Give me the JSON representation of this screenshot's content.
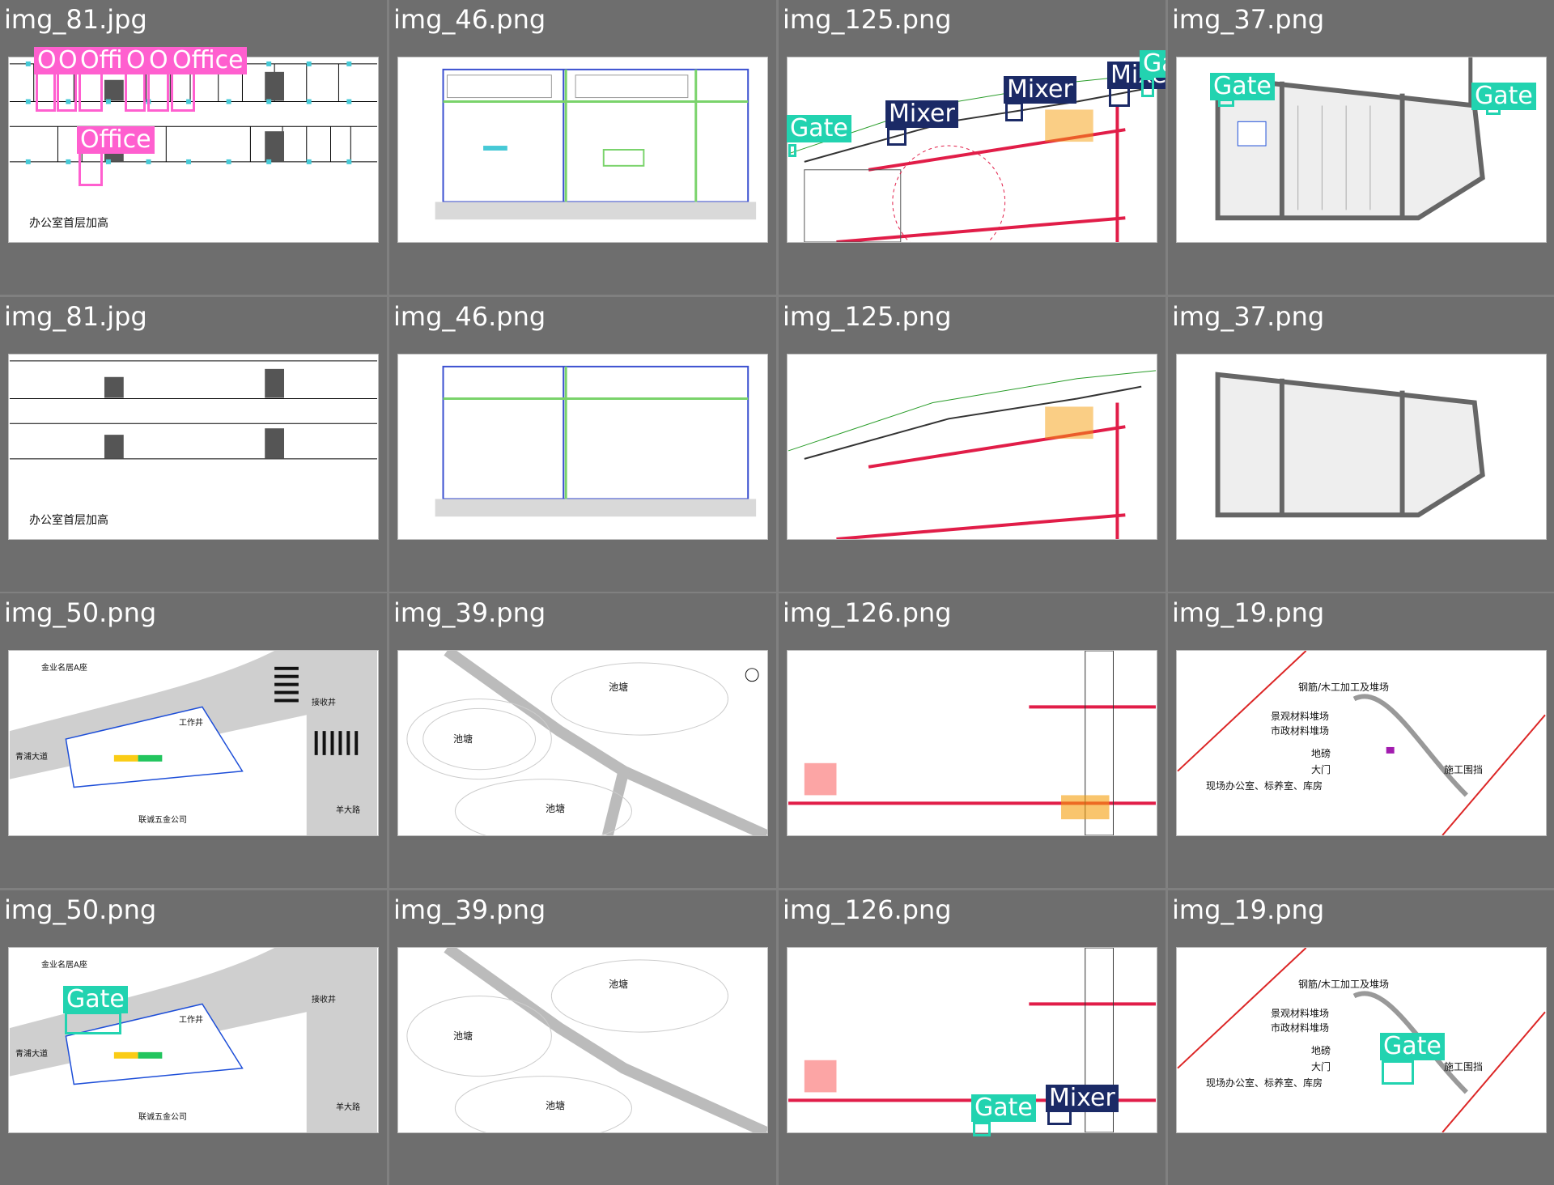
{
  "colors": {
    "background": "#6e6e6e",
    "office": "#ff5fcf",
    "gate": "#22d3b0",
    "mixer": "#1b2a66"
  },
  "cells": [
    {
      "filename": "img_81.jpg",
      "caption": "办公室首层加高"
    },
    {
      "filename": "img_46.png"
    },
    {
      "filename": "img_125.png"
    },
    {
      "filename": "img_37.png"
    },
    {
      "filename": "img_81.jpg",
      "caption": "办公室首层加高"
    },
    {
      "filename": "img_46.png"
    },
    {
      "filename": "img_125.png"
    },
    {
      "filename": "img_37.png"
    },
    {
      "filename": "img_50.png",
      "labels": [
        "金业名居A座",
        "工作井",
        "接收井",
        "青浦大道",
        "联诚五金公司",
        "羊大路"
      ]
    },
    {
      "filename": "img_39.png",
      "labels": [
        "池塘",
        "池塘",
        "池塘"
      ]
    },
    {
      "filename": "img_126.png"
    },
    {
      "filename": "img_19.png",
      "labels": [
        "钢筋/木工加工及堆场",
        "景观材料堆场",
        "市政材料堆场",
        "地磅",
        "大门",
        "施工围挡",
        "现场办公室、标养室、库房"
      ]
    },
    {
      "filename": "img_50.png",
      "labels": [
        "金业名居A座",
        "工作井",
        "接收井",
        "青浦大道",
        "联诚五金公司",
        "羊大路"
      ]
    },
    {
      "filename": "img_39.png",
      "labels": [
        "池塘",
        "池塘",
        "池塘"
      ]
    },
    {
      "filename": "img_126.png"
    },
    {
      "filename": "img_19.png",
      "labels": [
        "钢筋/木工加工及堆场",
        "景观材料堆场",
        "市政材料堆场",
        "地磅",
        "大门",
        "施工围挡",
        "现场办公室、标养室、库房"
      ]
    }
  ],
  "detections": {
    "cell_0": [
      "O",
      "O",
      "Offi",
      "O",
      "O",
      "Office",
      "Office"
    ],
    "cell_2": [
      "Gate",
      "Mixer",
      "Mixer",
      "Mixer",
      "Gate"
    ],
    "cell_3": [
      "Gate",
      "Gate"
    ],
    "cell_12": [
      "Gate"
    ],
    "cell_14": [
      "Gate",
      "Mixer"
    ],
    "cell_15": [
      "Gate"
    ]
  }
}
